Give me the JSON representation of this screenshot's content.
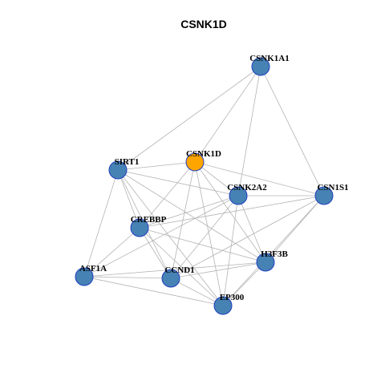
{
  "title": "CSNK1D",
  "colors": {
    "focus_node": "#FFA500",
    "node": "#4682B4",
    "node_border": "#1F3FBF",
    "edge": "#B4B4B4"
  },
  "nodes": [
    {
      "id": "CSNK1A1",
      "label": "CSNK1A1",
      "focus": false
    },
    {
      "id": "CSNK1D",
      "label": "CSNK1D",
      "focus": true
    },
    {
      "id": "SIRT1",
      "label": "SIRT1",
      "focus": false
    },
    {
      "id": "CSNK2A2",
      "label": "CSNK2A2",
      "focus": false
    },
    {
      "id": "CSN1S1",
      "label": "CSN1S1",
      "focus": false
    },
    {
      "id": "CREBBP",
      "label": "CREBBP",
      "focus": false
    },
    {
      "id": "H3F3B",
      "label": "H3F3B",
      "focus": false
    },
    {
      "id": "ASF1A",
      "label": "ASF1A",
      "focus": false
    },
    {
      "id": "CCND1",
      "label": "CCND1",
      "focus": false
    },
    {
      "id": "EP300",
      "label": "EP300",
      "focus": false
    }
  ],
  "edges": [
    [
      "CSNK1A1",
      "SIRT1"
    ],
    [
      "CSNK1A1",
      "CSNK1D"
    ],
    [
      "CSNK1A1",
      "CSNK2A2"
    ],
    [
      "CSNK1A1",
      "CSN1S1"
    ],
    [
      "CSNK1D",
      "SIRT1"
    ],
    [
      "CSNK1D",
      "CSNK2A2"
    ],
    [
      "CSNK1D",
      "CSN1S1"
    ],
    [
      "CSNK1D",
      "CREBBP"
    ],
    [
      "CSNK1D",
      "H3F3B"
    ],
    [
      "CSNK1D",
      "CCND1"
    ],
    [
      "CSNK1D",
      "EP300"
    ],
    [
      "SIRT1",
      "CSNK2A2"
    ],
    [
      "SIRT1",
      "CREBBP"
    ],
    [
      "SIRT1",
      "ASF1A"
    ],
    [
      "SIRT1",
      "CCND1"
    ],
    [
      "SIRT1",
      "H3F3B"
    ],
    [
      "SIRT1",
      "EP300"
    ],
    [
      "CSNK2A2",
      "CSN1S1"
    ],
    [
      "CSNK2A2",
      "CREBBP"
    ],
    [
      "CSNK2A2",
      "H3F3B"
    ],
    [
      "CSNK2A2",
      "ASF1A"
    ],
    [
      "CSNK2A2",
      "CCND1"
    ],
    [
      "CSNK2A2",
      "EP300"
    ],
    [
      "CSN1S1",
      "CREBBP"
    ],
    [
      "CSN1S1",
      "H3F3B"
    ],
    [
      "CSN1S1",
      "CCND1"
    ],
    [
      "CSN1S1",
      "EP300"
    ],
    [
      "CREBBP",
      "ASF1A"
    ],
    [
      "CREBBP",
      "CCND1"
    ],
    [
      "CREBBP",
      "H3F3B"
    ],
    [
      "CREBBP",
      "EP300"
    ],
    [
      "ASF1A",
      "CCND1"
    ],
    [
      "ASF1A",
      "H3F3B"
    ],
    [
      "ASF1A",
      "EP300"
    ],
    [
      "CCND1",
      "H3F3B"
    ],
    [
      "CCND1",
      "EP300"
    ],
    [
      "H3F3B",
      "EP300"
    ]
  ]
}
